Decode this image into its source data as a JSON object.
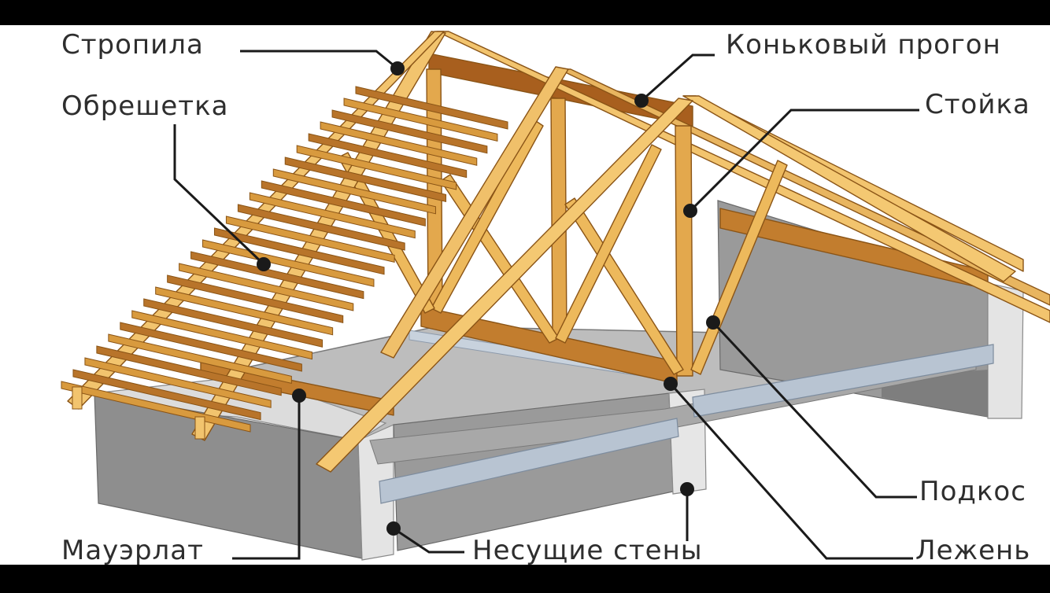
{
  "labels": {
    "rafters": "Стропила",
    "battens": "Обрешетка",
    "ridge_purlin": "Коньковый прогон",
    "post": "Стойка",
    "strut": "Подкос",
    "wall_plate": "Мауэрлат",
    "bearing_walls": "Несущие стены",
    "sill_beam": "Лежень"
  },
  "colors": {
    "background": "#ffffff",
    "frame": "#000000",
    "timber_light": "#f2c46e",
    "timber_mid": "#d89a3e",
    "timber_dark": "#a85f1e",
    "timber_outline": "#8a5416",
    "concrete_top": "#bdbdbd",
    "concrete_side": "#8e8e8e",
    "concrete_light": "#dedede",
    "beam_blue": "#b8c4d2",
    "leader": "#1a1a1a",
    "text": "#2e2e2e"
  }
}
